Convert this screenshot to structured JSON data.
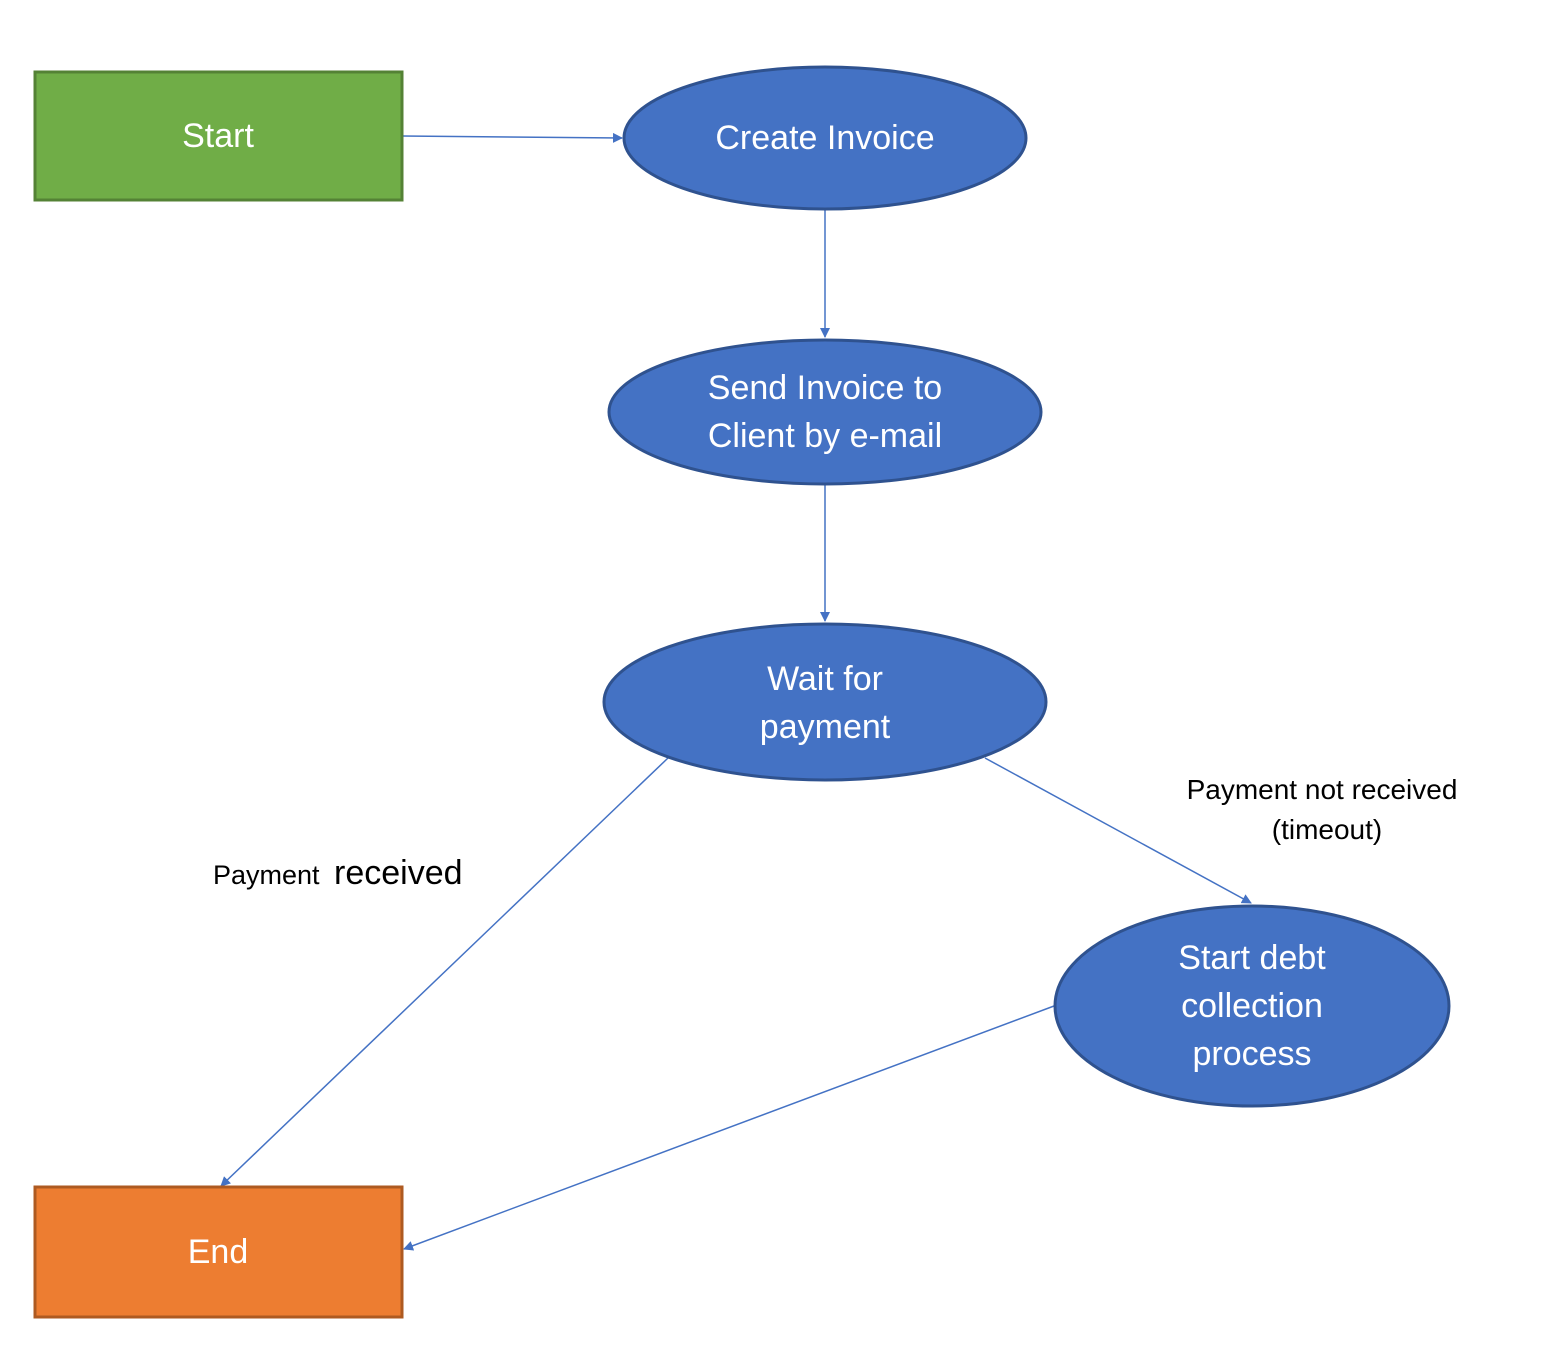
{
  "colors": {
    "start_fill": "#70AD47",
    "start_stroke": "#548235",
    "process_fill": "#4472C4",
    "process_stroke": "#2F528F",
    "end_fill": "#ED7D31",
    "end_stroke": "#AE5A21",
    "edge": "#4472C4",
    "text_light": "#FFFFFF",
    "label_text": "#000000"
  },
  "nodes": {
    "start": {
      "label": "Start"
    },
    "create_invoice": {
      "label": "Create Invoice"
    },
    "send_invoice": {
      "line1": "Send Invoice to",
      "line2": "Client by e-mail"
    },
    "wait_payment": {
      "line1": "Wait for",
      "line2": "payment"
    },
    "debt_collection": {
      "line1": "Start debt",
      "line2": "collection",
      "line3": "process"
    },
    "end": {
      "label": "End"
    }
  },
  "edge_labels": {
    "payment_received_a": "Payment",
    "payment_received_b": "received",
    "payment_not_received_line1": "Payment not received",
    "payment_not_received_line2": "(timeout)"
  }
}
